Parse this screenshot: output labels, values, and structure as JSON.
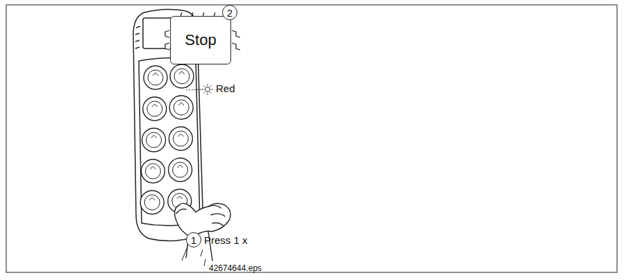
{
  "diagram": {
    "nodes": [
      {
        "text": [
          "Stop"
        ]
      },
      {
        "text": [
          "2"
        ]
      },
      {
        "text": [
          "1"
        ]
      }
    ],
    "labels": [
      "Red",
      "Press 1 x",
      "42674644.eps"
    ]
  }
}
